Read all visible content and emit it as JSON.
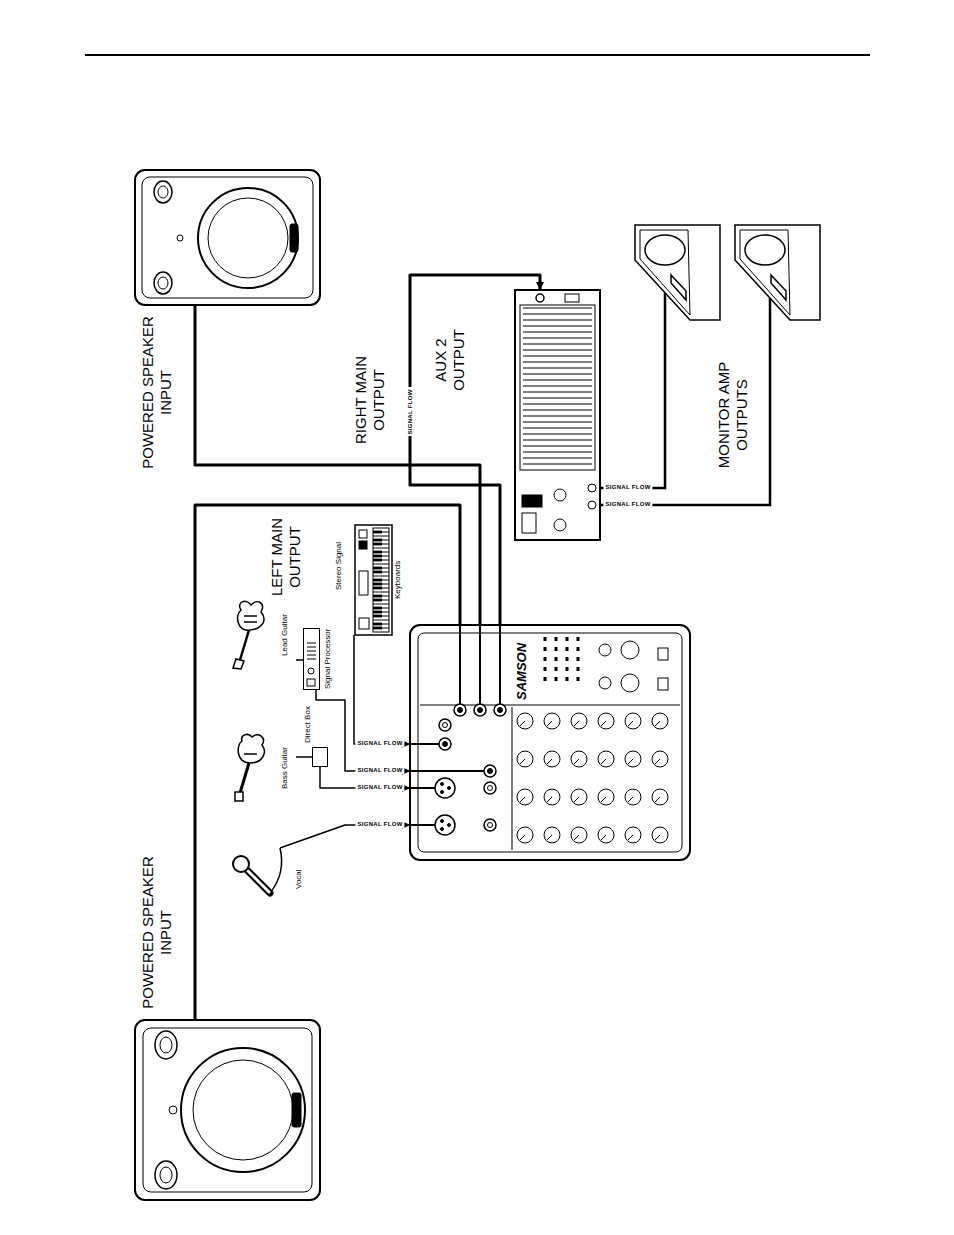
{
  "diagram": {
    "nodes": [
      {
        "text": [
          "Vocal"
        ]
      },
      {
        "text": [
          "Bass Guitar"
        ]
      },
      {
        "text": [
          "Direct Box"
        ]
      },
      {
        "text": [
          "Lead Guitar"
        ]
      },
      {
        "text": [
          "Signal Processor"
        ]
      },
      {
        "text": [
          "Keyboards"
        ]
      },
      {
        "text": [
          "SAMSON"
        ]
      },
      {
        "text": [
          "POWERED SPEAKER INPUT"
        ]
      },
      {
        "text": [
          "POWERED SPEAKER INPUT"
        ]
      },
      {
        "text": [
          "MONITOR AMP OUTPUTS"
        ]
      }
    ],
    "edges": [
      {
        "from": 0,
        "to": 6,
        "label": "SIGNAL FLOW",
        "arrow": "to"
      },
      {
        "from": 1,
        "to": 2,
        "arrow": "none"
      },
      {
        "from": 2,
        "to": 6,
        "label": "SIGNAL FLOW",
        "arrow": "to"
      },
      {
        "from": 3,
        "to": 4,
        "arrow": "none"
      },
      {
        "from": 4,
        "to": 6,
        "label": "SIGNAL FLOW",
        "arrow": "to"
      },
      {
        "from": 5,
        "to": 6,
        "label": "SIGNAL FLOW",
        "arrow": "to"
      },
      {
        "from": 6,
        "to": 7,
        "label": "LEFT MAIN OUTPUT",
        "arrow": "none"
      },
      {
        "from": 6,
        "to": 8,
        "label": "RIGHT MAIN OUTPUT",
        "arrow": "none"
      },
      {
        "from": 6,
        "to": 9,
        "label": "AUX 2 OUTPUT",
        "arrow": "to"
      }
    ],
    "labels": [
      "Stereo Signal",
      "SIGNAL FLOW",
      "SIGNAL FLOW",
      "SIGNAL FLOW"
    ]
  }
}
